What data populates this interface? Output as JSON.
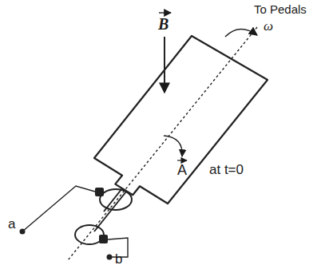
{
  "diagram": {
    "labels": [
      "To Pedals",
      "B",
      "ω",
      "A",
      "at t=0",
      "a",
      "b"
    ]
  }
}
